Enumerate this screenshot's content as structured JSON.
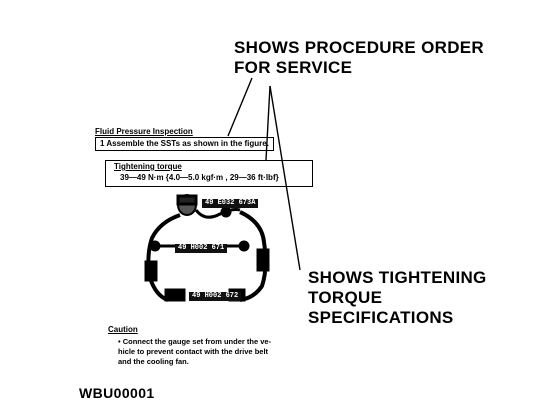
{
  "callouts": {
    "procedure_order": "SHOWS PROCEDURE ORDER\nFOR SERVICE",
    "torque_specs": "SHOWS TIGHTENING\nTORQUE\nSPECIFICATIONS"
  },
  "excerpt": {
    "section_title": "Fluid Pressure Inspection",
    "step": "1  Assemble the SSTs as shown in the figure.",
    "torque_label": "Tightening torque",
    "torque_value": "39—49 N·m {4.0—5.0 kgf·m , 29—36 ft·lbf}",
    "tool_labels": [
      "49 E032 673A",
      "49 H002 671",
      "49 H002 672"
    ],
    "caution_heading": "Caution",
    "caution_text": "•  Connect the gauge set from under the ve-\n   hicle to prevent contact with the drive belt\n   and the cooling fan."
  },
  "document_code": "WBU00001"
}
